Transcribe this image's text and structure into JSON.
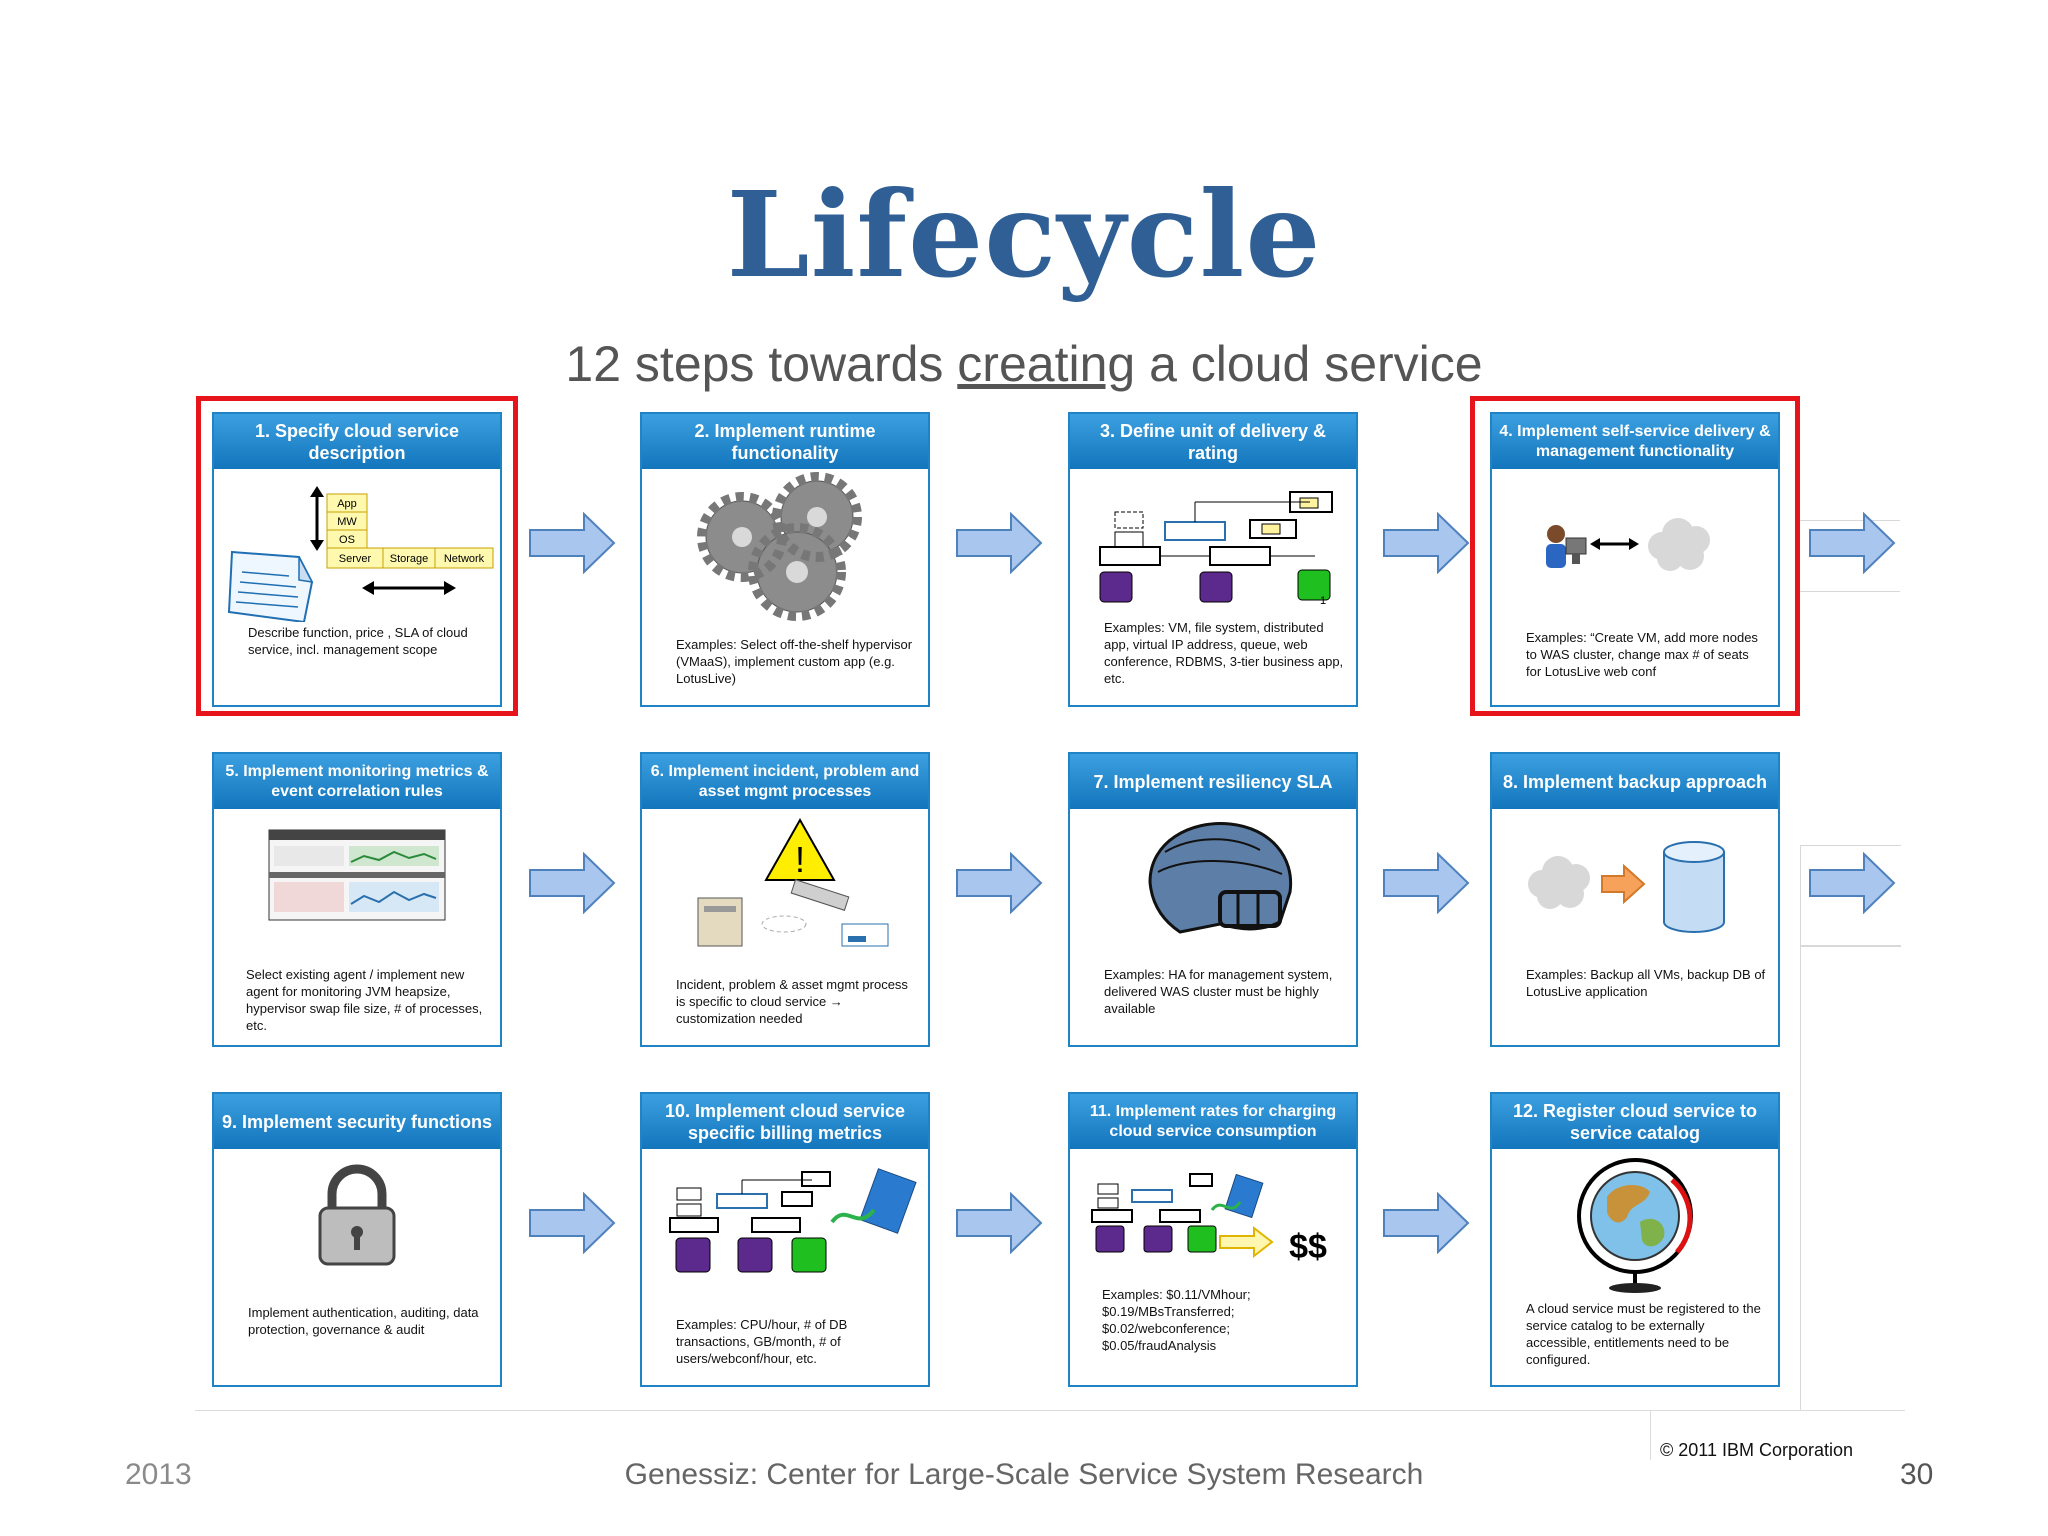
{
  "title": "Lifecycle",
  "subtitle_pre": "12 steps towards ",
  "subtitle_u": "creating",
  "subtitle_post": " a cloud service",
  "steps": [
    {
      "title": "1. Specify cloud service description",
      "desc": "Describe function,  price , SLA of cloud service, incl. management scope",
      "stack": [
        "App",
        "MW",
        "OS"
      ],
      "stack_bottom": [
        "Server",
        "Storage",
        "Network"
      ]
    },
    {
      "title": "2. Implement runtime functionality",
      "desc": "Examples: Select off-the-shelf hypervisor (VMaaS), implement custom app (e.g. LotusLive)"
    },
    {
      "title": "3. Define unit of delivery & rating",
      "desc": "Examples: VM, file system, distributed app, virtual IP address, queue, web conference, RDBMS, 3-tier business app, etc."
    },
    {
      "title": "4. Implement self-service delivery & management functionality",
      "desc": "Examples: “Create VM, add more nodes to WAS cluster,  change max # of seats for LotusLive web conf"
    },
    {
      "title": "5. Implement monitoring metrics & event correlation rules",
      "desc": "Select existing agent / implement new agent for monitoring JVM heapsize, hypervisor swap file size, # of processes, etc."
    },
    {
      "title": "6. Implement incident, problem and asset mgmt processes",
      "desc": "Incident, problem & asset mgmt process is specific  to cloud service → customization needed"
    },
    {
      "title": "7. Implement resiliency SLA",
      "desc": "Examples: HA for management system, delivered WAS cluster must be highly available"
    },
    {
      "title": "8. Implement backup approach",
      "desc": "Examples: Backup all VMs, backup DB of LotusLive application"
    },
    {
      "title": "9. Implement security functions",
      "desc": "Implement authentication, auditing, data protection, governance & audit"
    },
    {
      "title": "10. Implement cloud service specific billing metrics",
      "desc": "Examples: CPU/hour, # of DB transactions, GB/month, # of users/webconf/hour, etc."
    },
    {
      "title": "11. Implement rates for charging cloud service consumption",
      "desc": "Examples: $0.11/VMhour; $0.19/MBsTransferred; $0.02/webconference; $0.05/fraudAnalysis",
      "money": "$$"
    },
    {
      "title": "12. Register cloud service to service catalog",
      "desc": "A cloud service must be registered to the service catalog to be externally accessible, entitlements need to be configured."
    }
  ],
  "colors": {
    "header": "#1a7dc2",
    "highlight": "#e8141c",
    "arrow": "#8eb4e3",
    "title": "#2f5f95"
  },
  "footer": {
    "year": "2013",
    "center": "Genessiz: Center for Large-Scale Service System Research",
    "page": "30",
    "copyright": "© 2011 IBM Corporation"
  }
}
